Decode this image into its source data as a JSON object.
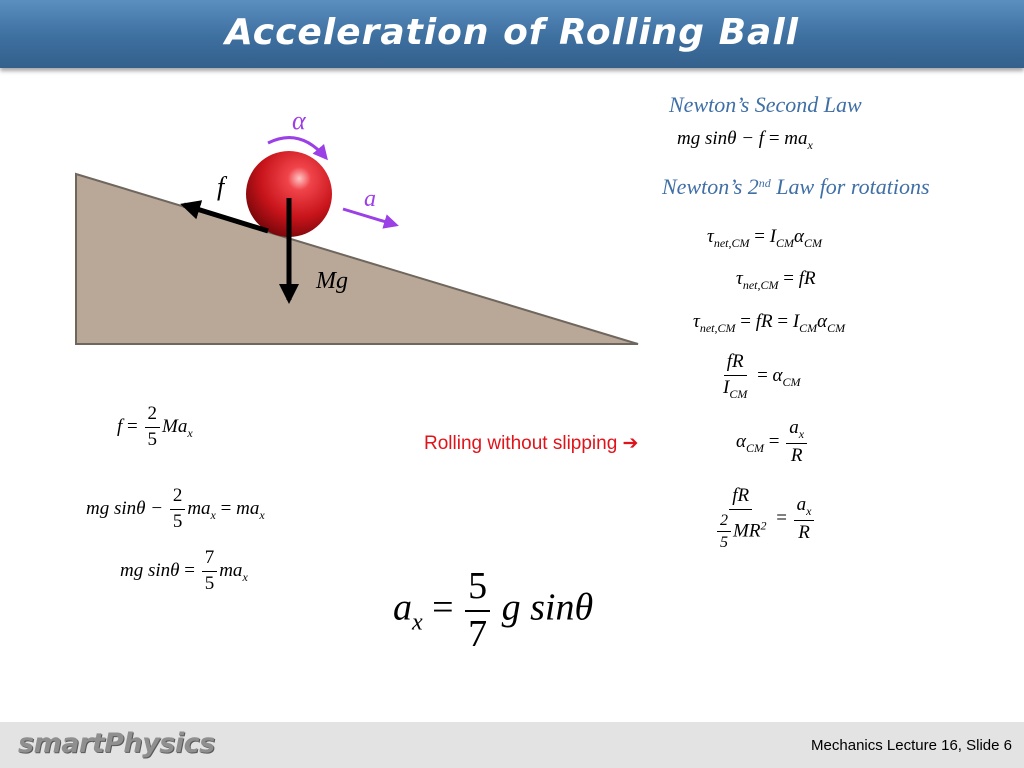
{
  "title": "Acceleration of Rolling Ball",
  "diagram": {
    "alpha_label": "α",
    "a_label": "a",
    "f_label": "f",
    "mg_label": "Mg"
  },
  "newton2": {
    "heading": "Newton’s Second Law",
    "eq": {
      "lhs": "mg sinθ − f",
      "rhs": "ma",
      "rhs_sub": "x"
    }
  },
  "rotation": {
    "heading_pre": "Newton’s 2",
    "heading_sup": "nd",
    "heading_post": " Law for rotations",
    "eq1": {
      "tau": "τ",
      "tau_sub": "net,CM",
      "rhs": "I",
      "rhs_sub": "CM",
      "alpha": "α",
      "alpha_sub": "CM"
    },
    "eq2": {
      "tau": "τ",
      "tau_sub": "net,CM",
      "rhs": "fR"
    },
    "eq3": {
      "tau": "τ",
      "tau_sub": "net,CM",
      "mid": "fR",
      "rhs": "I",
      "rhs_sub": "CM",
      "alpha": "α",
      "alpha_sub": "CM"
    },
    "eq4": {
      "num": "fR",
      "den": "I",
      "den_sub": "CM",
      "rhs": "α",
      "rhs_sub": "CM"
    },
    "eq5": {
      "lhs": "α",
      "lhs_sub": "CM",
      "num": "a",
      "num_sub": "x",
      "den": "R"
    },
    "eq6": {
      "num": "fR",
      "den_num": "2",
      "den_den": "5",
      "den_tail": "MR",
      "den_sup": "2",
      "rhs_num": "a",
      "rhs_num_sub": "x",
      "rhs_den": "R"
    }
  },
  "rolling_note": "Rolling without slipping ➔",
  "left_eqs": {
    "eq1": {
      "lhs": "f",
      "num": "2",
      "den": "5",
      "tail": "Ma",
      "tail_sub": "x"
    },
    "eq2": {
      "lhs": "mg sinθ −",
      "num": "2",
      "den": "5",
      "tail": "ma",
      "tail_sub": "x",
      "rhs": "ma",
      "rhs_sub": "x"
    },
    "eq3": {
      "lhs": "mg sinθ",
      "num": "7",
      "den": "5",
      "tail": "ma",
      "tail_sub": "x"
    }
  },
  "result": {
    "lhs": "a",
    "lhs_sub": "x",
    "num": "5",
    "den": "7",
    "tail": "g sinθ"
  },
  "footer": {
    "brand": "smartPhysics",
    "slide_ref": "Mechanics  Lecture 16, Slide 6"
  },
  "colors": {
    "title_bar": "#4a7fb0",
    "ramp": "#b9a898",
    "ball": "#d01820",
    "purple_arrow": "#9b3fe6",
    "heading_blue": "#3f6fa6",
    "note_red": "#e0131a"
  }
}
